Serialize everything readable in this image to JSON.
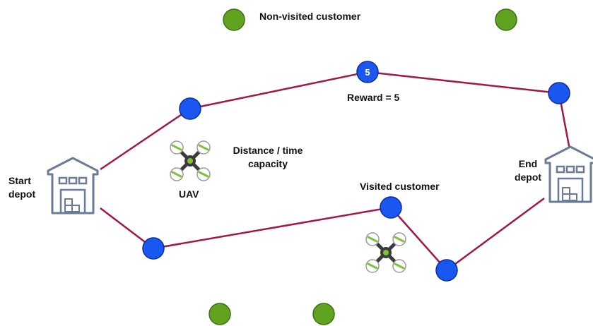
{
  "labels": {
    "start_depot_line1": "Start",
    "start_depot_line2": "depot",
    "end_depot_line1": "End",
    "end_depot_line2": "depot",
    "non_visited": "Non-visited customer",
    "visited": "Visited customer",
    "reward": "Reward = 5",
    "reward_node_value": "5",
    "capacity_line1": "Distance / time",
    "capacity_line2": "capacity",
    "uav": "UAV"
  },
  "colors": {
    "route": "#a3164a",
    "visited_node": "#1a56f0",
    "visited_node_stroke": "#0b2e9e",
    "non_visited_node": "#5fa31f",
    "non_visited_stroke": "#3d7012",
    "depot": "#6b7a96",
    "uav_arm": "#3b3b3b",
    "uav_rotor": "#7fc23a"
  },
  "icons": [
    "warehouse-icon",
    "drone-icon"
  ]
}
